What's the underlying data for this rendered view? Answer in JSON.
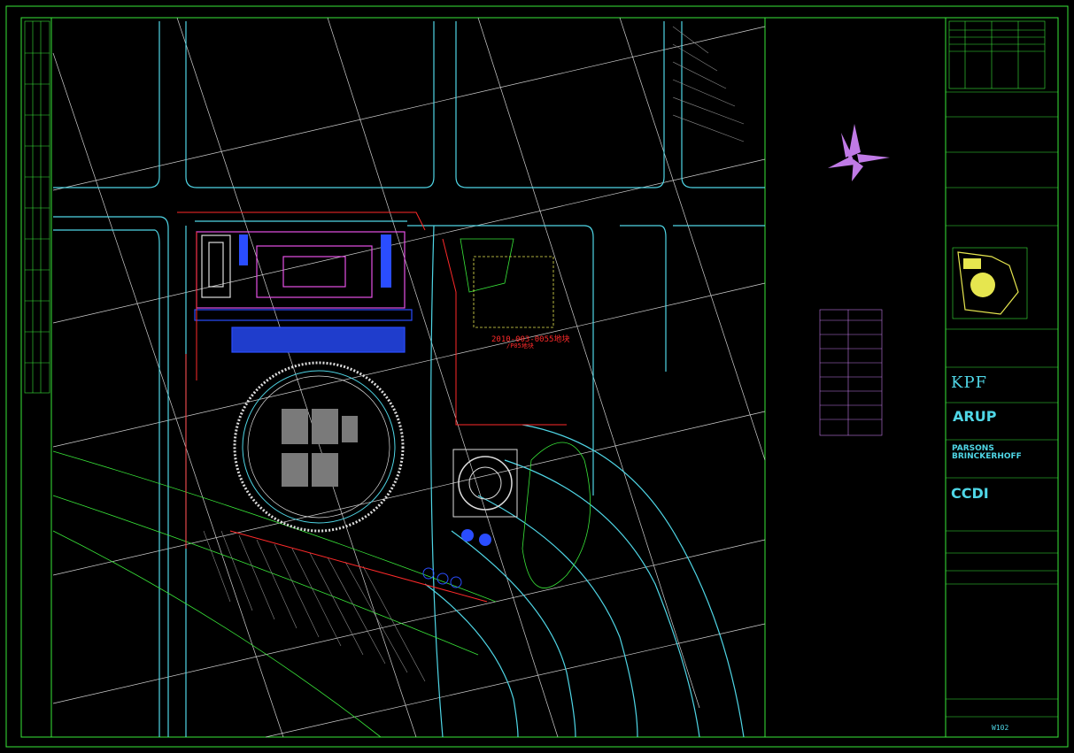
{
  "colors": {
    "background": "#000000",
    "frame": "#39e639",
    "road": "#4fd6e6",
    "grid": "#dcdcdc",
    "building_blue": "#2a4dff",
    "building_magenta": "#e64fe6",
    "red": "#ff2a2a",
    "yellow": "#e6e64f",
    "north_arrow": "#c07ae6"
  },
  "title_block": {
    "logo_kpf": "KPF",
    "logo_arup": "ARUP",
    "logo_pb": "PARSONS\nBRINCKERHOFF",
    "logo_ccdi": "CCDI",
    "drawing_number": "W102"
  },
  "plan_labels": {
    "site_label_top": "2010-003-0055地块",
    "site_label_bottom": "/P05地块"
  },
  "icons": {
    "north_arrow": "north-arrow-icon",
    "key_plan": "key-plan-thumbnail"
  }
}
